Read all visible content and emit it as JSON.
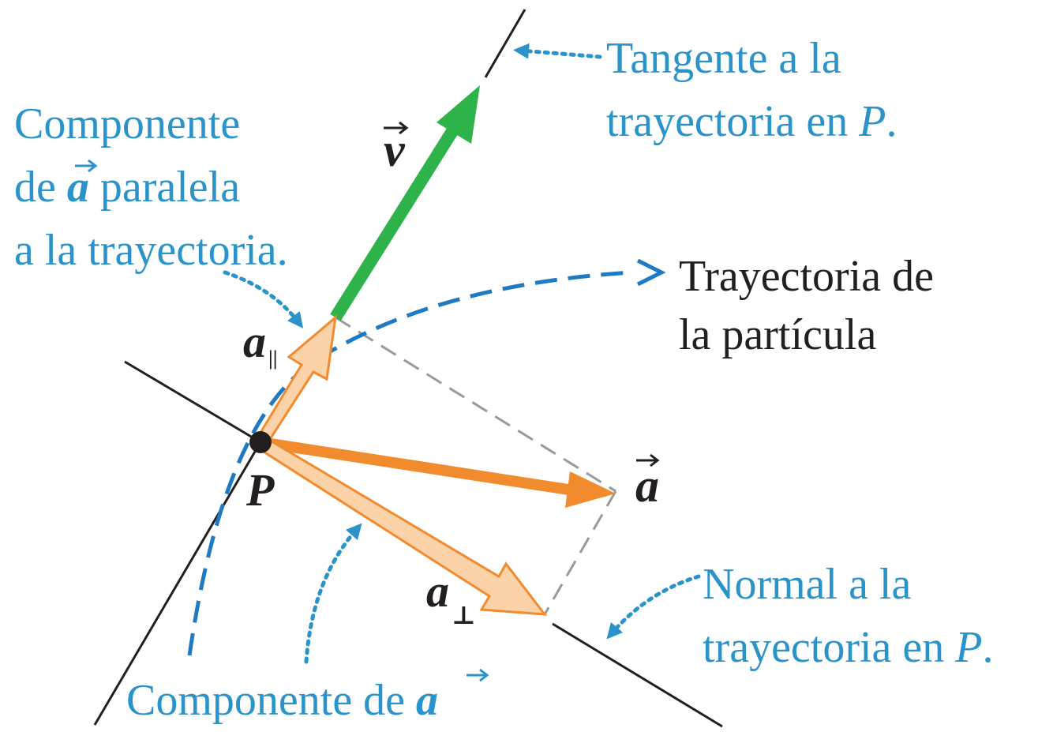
{
  "labels": {
    "tangent": [
      "Tangente a la",
      "trayectoria en "
    ],
    "tangent_p": "P",
    "tangent_end": ".",
    "parallel": [
      "Componente",
      "de ",
      " paralela",
      "a la trayectoria."
    ],
    "path": [
      "Trayectoria de",
      "la partícula"
    ],
    "normal": [
      "Normal a la",
      "trayectoria en "
    ],
    "normal_p": "P",
    "normal_end": ".",
    "perp": "Componente de "
  },
  "symbols": {
    "v": "v",
    "a": "a",
    "a_par": "a",
    "a_par_sub": "||",
    "a_perp": "a",
    "a_perp_sub": "⊥",
    "point": "P"
  },
  "colors": {
    "label_blue": "#2a93c9",
    "path_blue": "#1f7ac4",
    "velocity_green": "#2db34a",
    "accel_orange": "#f28a2e",
    "accel_light": "#fcd2a8",
    "line_black": "#231f20",
    "guide_gray": "#9a9a9a"
  }
}
